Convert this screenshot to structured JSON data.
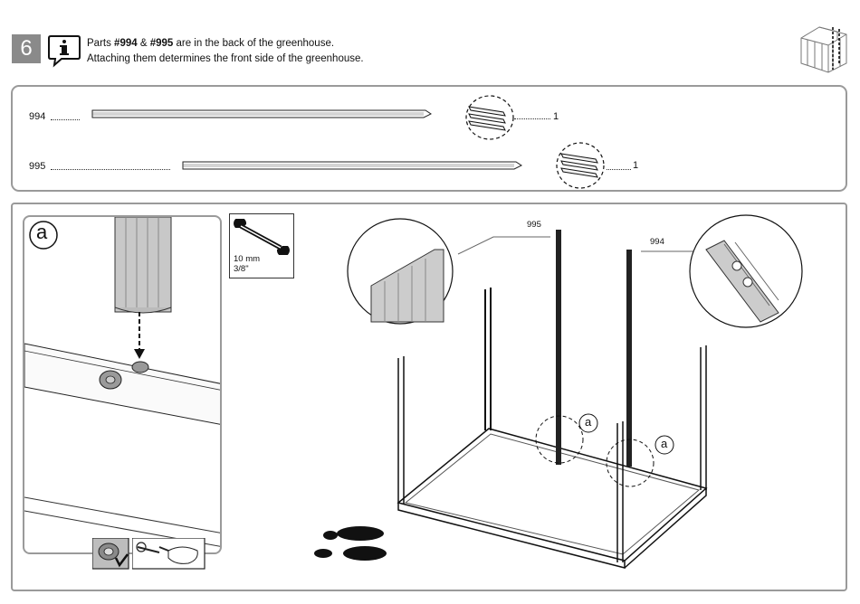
{
  "header": {
    "step_number": "6",
    "line1_prefix": "Parts ",
    "part_a": "#994",
    "amp": " & ",
    "part_b": "#995",
    "line1_suffix": " are in the back of the greenhouse.",
    "line2": "Attaching them determines the front side of the greenhouse."
  },
  "parts": [
    {
      "id": "994",
      "qty": "1"
    },
    {
      "id": "995",
      "qty": "1"
    }
  ],
  "detail": {
    "label": "a"
  },
  "tool": {
    "size_mm": "10 mm",
    "size_in": "3/8\""
  },
  "assembly": {
    "callout_995": "995",
    "callout_994": "994",
    "marker_left": "a",
    "marker_right": "a"
  },
  "icons": [
    "info-icon",
    "greenhouse-icon",
    "wrench-icon",
    "nut-icon",
    "hand-wrench-icon",
    "footprints-icon"
  ]
}
